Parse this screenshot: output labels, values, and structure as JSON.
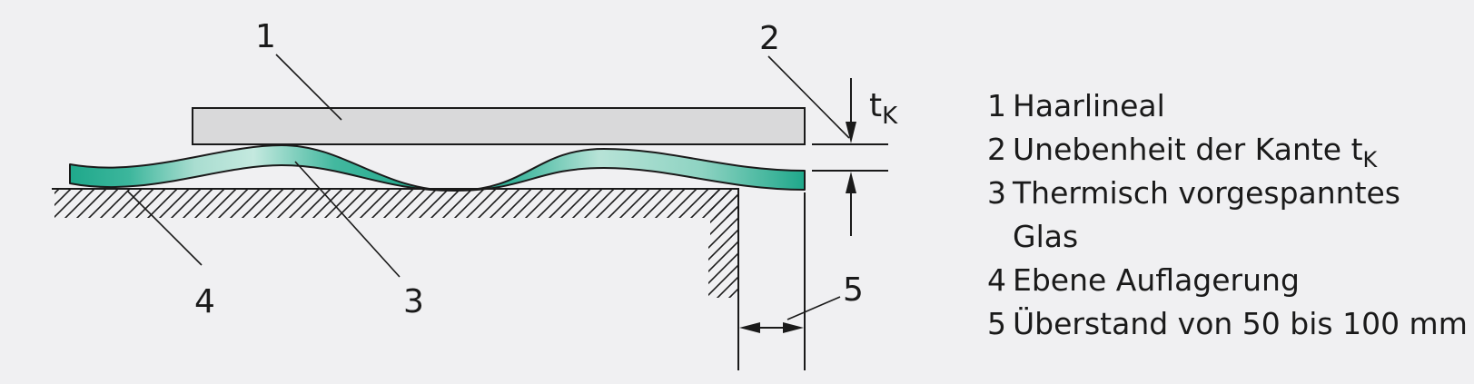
{
  "callouts": {
    "n1": "1",
    "n2": "2",
    "n3": "3",
    "n4": "4",
    "n5": "5"
  },
  "dimension_label": {
    "main": "t",
    "sub": "K"
  },
  "legend": [
    {
      "num": "1",
      "text": "Haarlineal"
    },
    {
      "num": "2",
      "text": "Unebenheit der Kante t",
      "sub": "K"
    },
    {
      "num": "3",
      "text": "Thermisch vorgespanntes"
    },
    {
      "num": "",
      "text": "Glas"
    },
    {
      "num": "4",
      "text": "Ebene Auflagerung"
    },
    {
      "num": "5",
      "text": "Überstand von 50 bis 100 mm"
    }
  ],
  "colors": {
    "background": "#f0f0f2",
    "glass_dark": "#1fa88b",
    "glass_light": "#bfe6dc",
    "ruler_fill": "#d9d9da",
    "line": "#1a1a1a"
  }
}
